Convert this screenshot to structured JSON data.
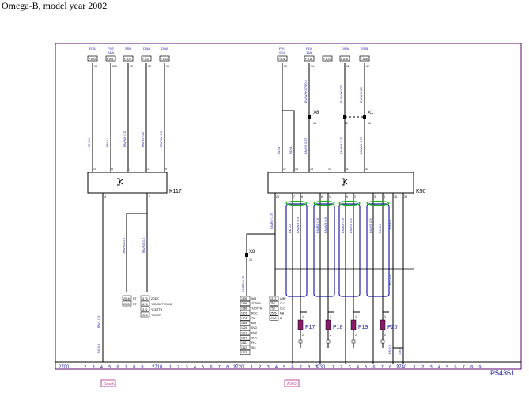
{
  "title": "Omega-B, model year 2002",
  "reference": "P54361",
  "colors": {
    "frame": "#5b0a6b",
    "text_blue": "#1a1aa8",
    "wire_blue": "#2222aa",
    "shield_green": "#18b418",
    "component_fill": "#8a1a6a",
    "footer_box": "#c050a0"
  },
  "left_section": {
    "fuses": [
      {
        "label": "RTA",
        "code": "F1D3",
        "pin": "13"
      },
      {
        "label": "PVE",
        "code": "P105",
        "sub": "ADA",
        "pin": "500"
      },
      {
        "label": "SRB",
        "code": "F1D2",
        "pin": "25"
      },
      {
        "label": "DWA",
        "code": "F1D3",
        "pin": "35"
      },
      {
        "label": "DWA",
        "code": "F1D3",
        "pin": "15"
      }
    ],
    "wire_codes": [
      "RH 0.5",
      "RH 0.5",
      "BN/WH 0.5",
      "BN/RD 0.5",
      "BN/WH 0.5"
    ],
    "module_pins_top": [
      "10",
      "8",
      "3",
      "1",
      "9"
    ],
    "module": {
      "name": "K117"
    },
    "module_pins_bottom": [
      "4",
      "7"
    ],
    "lower_wire_codes": [
      "BN/RD 0.5",
      "BN/RD 0.5"
    ],
    "ground_wire_codes": [
      "BN/L 0.5",
      "BN 0.5"
    ],
    "table_left": [
      [
        "2516",
        "RT"
      ],
      [
        "2503",
        "RT"
      ]
    ],
    "table_right": [
      [
        "1179",
        "ZODE"
      ],
      [
        "1174",
        "YGN/BK7TCONP"
      ],
      [
        "1121",
        "YCDTTH"
      ],
      [
        "2520",
        "YSHOT"
      ]
    ]
  },
  "right_section": {
    "fuses": [
      {
        "label": "PVI",
        "code": "F4D1",
        "sub": "SDA",
        "pin": "10"
      },
      {
        "label": "F19",
        "code": "F1D8",
        "sub": "15A",
        "pin": "14"
      },
      {
        "label": "",
        "code": "F1D3",
        "pin": ""
      },
      {
        "label": "DWA",
        "code": "F1D6",
        "pin": "11"
      },
      {
        "label": "SRB",
        "code": "F1D8",
        "pin": "42"
      }
    ],
    "connectors": [
      "X8",
      "X1",
      "X8"
    ],
    "connector_pins": [
      "12",
      "12",
      "12",
      "15"
    ],
    "wire_codes_upper": [
      "BN/WH 0.75/0.5",
      "BN/WH 0.75",
      "BN/WH 0.5"
    ],
    "wire_codes_lower": [
      "RD 4",
      "RD 4",
      "BN/YE 0.75",
      "BN/WH 0.75",
      "BN/WH 0.75"
    ],
    "module_pins_top": [
      "17",
      "18",
      "15",
      "14",
      "11",
      "31"
    ],
    "module": {
      "name": "K50"
    },
    "module_pins_bottom": [
      "26",
      "7",
      "8",
      "6",
      "1",
      "5",
      "2",
      "3",
      "4",
      "16",
      "35"
    ],
    "lead_wire_code": "BN/RD 0.75",
    "connector_lower_pin": "10",
    "shield_wire_codes": [
      "BK 0.5",
      "BN/WH 0.5",
      "BN/RD 0.5",
      "BN/WH 0.5",
      "BN/RD 0.5",
      "BN/YE 0.5",
      "BN/YE 0.5",
      "BN 0.5"
    ],
    "right_wire_codes": [
      "BN 2.5",
      "BN 2.5"
    ],
    "ground_wire_codes": [
      "BN 2.5",
      "BN 4"
    ],
    "injectors": [
      {
        "name": "P17",
        "pin_top": "1",
        "pin_bottom": "2"
      },
      {
        "name": "P18",
        "pin_top": "1",
        "pin_bottom": "2"
      },
      {
        "name": "P19",
        "pin_top": "1",
        "pin_bottom": "2"
      },
      {
        "name": "P20",
        "pin_top": "1",
        "pin_bottom": "2"
      }
    ],
    "signal_table_left": [
      "1195",
      "1196",
      "1188",
      "1101",
      "1103",
      "1115",
      "1201",
      "1212",
      "1107",
      "1111",
      "1112",
      "1113"
    ],
    "signal_table_right": [
      "IMR",
      "ZODEN",
      "YZDTTH",
      "RGC",
      "TIS",
      "MIR",
      "SVD",
      "EMP",
      "SMV",
      "FHL",
      "SIS"
    ],
    "mid_column_codes": [
      "1172",
      "758",
      "758",
      "2526",
      "4456"
    ],
    "mid_column_signals": [
      "UMP",
      "CLC",
      "CLC",
      "MB",
      "BL"
    ]
  },
  "footer": {
    "scale_numbers": [
      "2700",
      "2710",
      "2720",
      "2730",
      "2740"
    ],
    "ticks": [
      "1",
      "2",
      "3",
      "4",
      "5",
      "6",
      "7",
      "8",
      "9"
    ],
    "ref_boxes": [
      "(blank)",
      "A303"
    ]
  }
}
